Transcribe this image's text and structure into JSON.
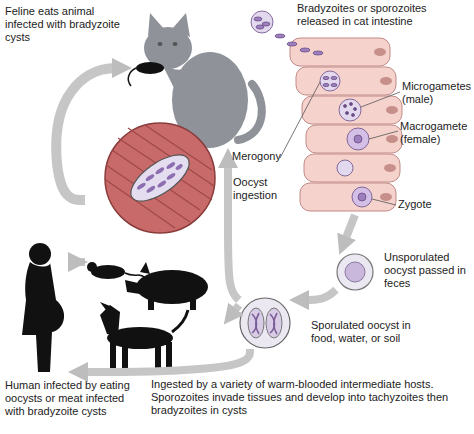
{
  "diagram": {
    "nodes": [
      {
        "text": [
          "Feline eats animal infected with bradyzoite cysts"
        ]
      },
      {
        "text": [
          "Bradyzoites or sporozoites released in cat intestine"
        ]
      },
      {
        "text": [
          "Unsporulated oocyst passed in feces"
        ]
      },
      {
        "text": [
          "Sporulated oocyst in food, water, or soil"
        ]
      },
      {
        "text": [
          "Ingested by a variety of warm-blooded intermediate hosts. Sporozoites invade tissues and develop into tachyzoites then bradyzoites in cysts"
        ]
      },
      {
        "text": [
          "Human infected by eating oocysts or meat infected with bradyzoite cysts"
        ]
      }
    ],
    "edges": [
      {
        "from": 1,
        "to": 2,
        "arrow": "to"
      },
      {
        "from": 2,
        "to": 3,
        "arrow": "to"
      },
      {
        "from": 3,
        "to": 0,
        "label": "Oocyst ingestion",
        "arrow": "to"
      },
      {
        "from": 3,
        "to": 4,
        "arrow": "to"
      },
      {
        "from": 3,
        "to": 5,
        "arrow": "to"
      },
      {
        "from": 4,
        "to": 0,
        "arrow": "to"
      },
      {
        "from": 4,
        "to": 5,
        "arrow": "to"
      }
    ],
    "labels": [
      "Merogony",
      "Microgametes (male)",
      "Macrogamete (female)",
      "Zygote"
    ]
  }
}
